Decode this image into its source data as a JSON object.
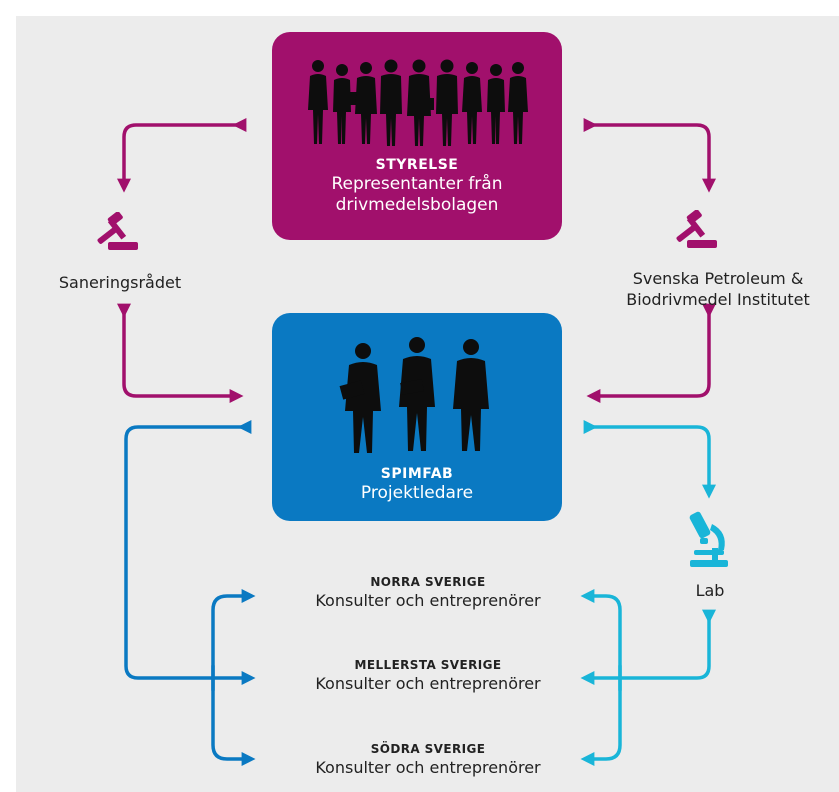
{
  "colors": {
    "magenta": "#a1106c",
    "blue": "#0a79c2",
    "cyan": "#19b5d8",
    "background": "#ececec",
    "text": "#222222"
  },
  "styrelse": {
    "title": "STYRELSE",
    "subtitle_line1": "Representanter från",
    "subtitle_line2": "drivmedelsbolagen",
    "icon": "people-group-icon"
  },
  "spimfab": {
    "title": "SPIMFAB",
    "subtitle": "Projektledare",
    "icon": "businessmen-icon"
  },
  "saneringsradet": {
    "label": "Saneringsrådet",
    "icon": "gavel-icon"
  },
  "spbi": {
    "label_line1": "Svenska Petroleum &",
    "label_line2": "Biodrivmedel Institutet",
    "icon": "gavel-icon"
  },
  "lab": {
    "label": "Lab",
    "icon": "microscope-icon"
  },
  "regions": [
    {
      "title": "NORRA SVERIGE",
      "subtitle": "Konsulter och entreprenörer"
    },
    {
      "title": "MELLERSTA SVERIGE",
      "subtitle": "Konsulter och entreprenörer"
    },
    {
      "title": "SÖDRA SVERIGE",
      "subtitle": "Konsulter och entreprenörer"
    }
  ]
}
